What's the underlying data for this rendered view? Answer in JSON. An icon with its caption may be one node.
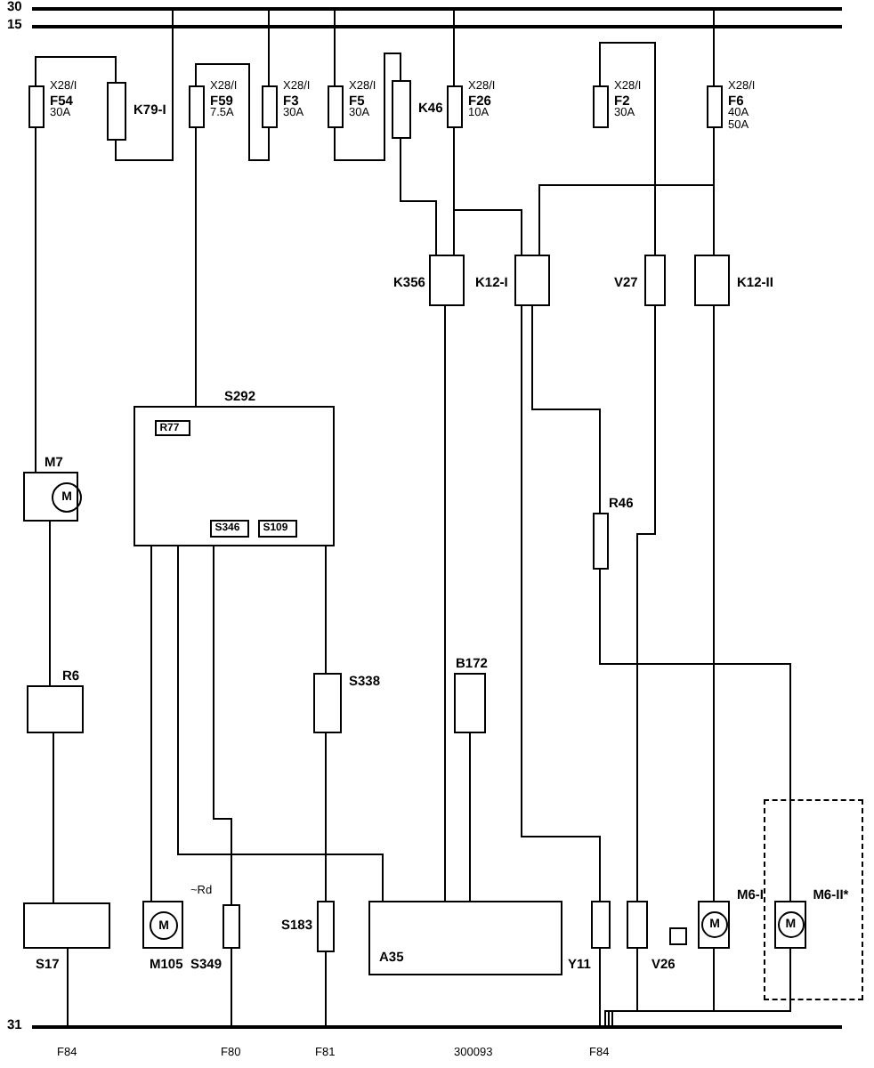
{
  "diagram": {
    "nodes": [
      {
        "text": [
          "30"
        ]
      },
      {
        "text": [
          "15"
        ]
      },
      {
        "text": [
          "F54"
        ],
        "beside": [
          "X28/I",
          "30A"
        ]
      },
      {
        "text": [
          "K79-I"
        ]
      },
      {
        "text": [
          "F59"
        ],
        "beside": [
          "X28/I",
          "7.5A"
        ]
      },
      {
        "text": [
          "F3"
        ],
        "beside": [
          "X28/I",
          "30A"
        ]
      },
      {
        "text": [
          "F5"
        ],
        "beside": [
          "X28/I",
          "30A"
        ]
      },
      {
        "text": [
          "K46"
        ]
      },
      {
        "text": [
          "F26"
        ],
        "beside": [
          "X28/I",
          "10A"
        ]
      },
      {
        "text": [
          "F2"
        ],
        "beside": [
          "X28/I",
          "30A"
        ]
      },
      {
        "text": [
          "F6"
        ],
        "beside": [
          "X28/I",
          "40A",
          "50A"
        ]
      },
      {
        "text": [
          "K356"
        ]
      },
      {
        "text": [
          "K12-I"
        ]
      },
      {
        "text": [
          "V27"
        ]
      },
      {
        "text": [
          "K12-II"
        ]
      },
      {
        "text": [
          "M7",
          "M"
        ]
      },
      {
        "text": [
          "S292"
        ]
      },
      {
        "text": [
          "R77"
        ],
        "in": 16
      },
      {
        "text": [
          "S346"
        ],
        "in": 16
      },
      {
        "text": [
          "S109"
        ],
        "in": 16
      },
      {
        "text": [
          "R6"
        ]
      },
      {
        "text": [
          "R46"
        ]
      },
      {
        "text": [
          "S338"
        ]
      },
      {
        "text": [
          "B172"
        ]
      },
      {
        "text": [
          "S17"
        ]
      },
      {
        "text": [
          "M",
          "M105"
        ],
        "beside": [
          "~Rd"
        ]
      },
      {
        "text": [
          "S349"
        ]
      },
      {
        "text": [
          "S183"
        ]
      },
      {
        "text": [
          "A35"
        ]
      },
      {
        "text": [
          "Y11"
        ]
      },
      {
        "text": [
          "V26"
        ]
      },
      {
        "text": [],
        "shape": "box"
      },
      {
        "text": [
          "M6-I",
          "M"
        ]
      },
      {
        "text": [],
        "shape": "box"
      },
      {
        "text": [
          "M6-II*",
          "M"
        ],
        "in": 33
      },
      {
        "text": [
          "31"
        ]
      }
    ],
    "edges": [
      {
        "from": 2,
        "to": 3,
        "arrow": "none"
      },
      {
        "from": 3,
        "to": 0,
        "arrow": "none"
      },
      {
        "from": 0,
        "to": 5,
        "arrow": "none"
      },
      {
        "from": 5,
        "to": 4,
        "arrow": "none"
      },
      {
        "from": 0,
        "to": 6,
        "arrow": "none"
      },
      {
        "from": 6,
        "to": 7,
        "arrow": "none"
      },
      {
        "from": 7,
        "to": 11,
        "arrow": "none"
      },
      {
        "from": 0,
        "to": 8,
        "arrow": "none"
      },
      {
        "from": 8,
        "to": 11,
        "arrow": "none"
      },
      {
        "from": 8,
        "to": 12,
        "arrow": "none"
      },
      {
        "from": 0,
        "to": 10,
        "arrow": "none"
      },
      {
        "from": 10,
        "to": 14,
        "arrow": "none"
      },
      {
        "from": 10,
        "to": 12,
        "arrow": "none"
      },
      {
        "from": 9,
        "to": 13,
        "arrow": "none"
      },
      {
        "from": 12,
        "to": 21,
        "arrow": "none"
      },
      {
        "from": 21,
        "to": 34,
        "arrow": "none"
      },
      {
        "from": 14,
        "to": 32,
        "arrow": "none"
      },
      {
        "from": 2,
        "to": 15,
        "arrow": "none"
      },
      {
        "from": 15,
        "to": 20,
        "arrow": "none"
      },
      {
        "from": 20,
        "to": 24,
        "arrow": "none"
      },
      {
        "from": 4,
        "to": 16,
        "arrow": "none"
      },
      {
        "from": 16,
        "to": 22,
        "arrow": "none"
      },
      {
        "from": 22,
        "to": 27,
        "arrow": "none"
      },
      {
        "from": 16,
        "to": 28,
        "arrow": "none"
      },
      {
        "from": 24,
        "to": 35,
        "arrow": "none"
      },
      {
        "from": 26,
        "to": 35,
        "arrow": "none"
      },
      {
        "from": 27,
        "to": 35,
        "arrow": "none"
      },
      {
        "from": 29,
        "to": 35,
        "arrow": "none"
      },
      {
        "from": 30,
        "to": 35,
        "arrow": "none"
      },
      {
        "from": 32,
        "to": 35,
        "arrow": "none"
      },
      {
        "from": 34,
        "to": 35,
        "arrow": "none"
      },
      {
        "from": 23,
        "to": 28,
        "arrow": "none"
      },
      {
        "from": 11,
        "to": 28,
        "arrow": "none"
      },
      {
        "from": 12,
        "to": 29,
        "arrow": "none"
      },
      {
        "from": 16,
        "to": 26,
        "arrow": "none"
      },
      {
        "from": 16,
        "to": 25,
        "arrow": "none"
      },
      {
        "from": 13,
        "to": 30,
        "arrow": "none"
      }
    ],
    "labels": [
      "F84",
      "F80",
      "F81",
      "300093",
      "F84"
    ]
  }
}
